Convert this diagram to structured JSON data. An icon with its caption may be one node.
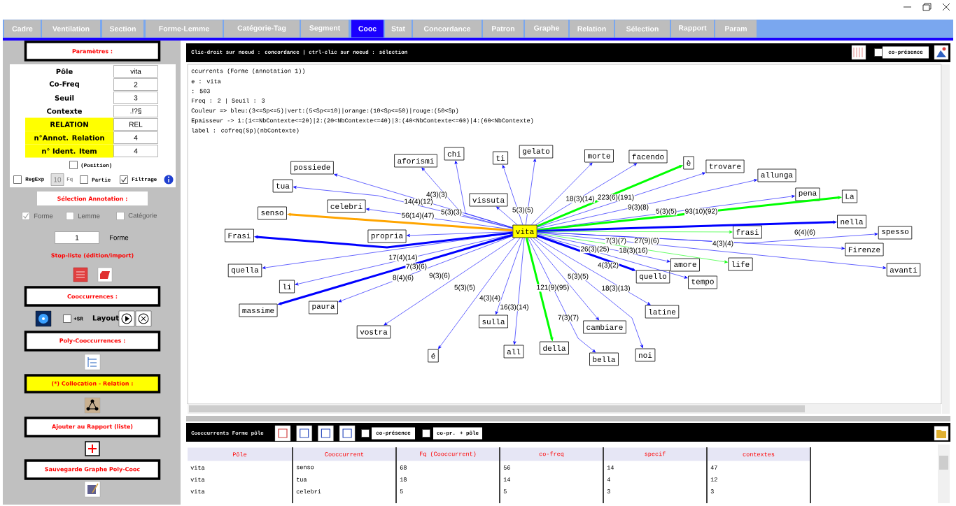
{
  "diagram": {
    "nodes": [
      {
        "text": [
          "vita"
        ]
      },
      {
        "text": [
          "gelato"
        ]
      },
      {
        "text": [
          "chi"
        ]
      },
      {
        "text": [
          "morte"
        ]
      },
      {
        "text": [
          "facendo"
        ]
      },
      {
        "text": [
          "ti"
        ]
      },
      {
        "text": [
          "aforismi"
        ]
      },
      {
        "text": [
          "è"
        ]
      },
      {
        "text": [
          "trovare"
        ]
      },
      {
        "text": [
          "possiede"
        ]
      },
      {
        "text": [
          "allunga"
        ]
      },
      {
        "text": [
          "tua"
        ]
      },
      {
        "text": [
          "pena"
        ]
      },
      {
        "text": [
          "La"
        ]
      },
      {
        "text": [
          "vissuta"
        ]
      },
      {
        "text": [
          "celebri"
        ]
      },
      {
        "text": [
          "senso"
        ]
      },
      {
        "text": [
          "nella"
        ]
      },
      {
        "text": [
          "frasi"
        ]
      },
      {
        "text": [
          "spesso"
        ]
      },
      {
        "text": [
          "Frasi"
        ]
      },
      {
        "text": [
          "propria"
        ]
      },
      {
        "text": [
          "Firenze"
        ]
      },
      {
        "text": [
          "life"
        ]
      },
      {
        "text": [
          "amore"
        ]
      },
      {
        "text": [
          "avanti"
        ]
      },
      {
        "text": [
          "quella"
        ]
      },
      {
        "text": [
          "quello"
        ]
      },
      {
        "text": [
          "tempo"
        ]
      },
      {
        "text": [
          "li"
        ]
      },
      {
        "text": [
          "paura"
        ]
      },
      {
        "text": [
          "massime"
        ]
      },
      {
        "text": [
          "latine"
        ]
      },
      {
        "text": [
          "sulla"
        ]
      },
      {
        "text": [
          "cambiare"
        ]
      },
      {
        "text": [
          "vostra"
        ]
      },
      {
        "text": [
          "della"
        ]
      },
      {
        "text": [
          "all"
        ]
      },
      {
        "text": [
          "noi"
        ]
      },
      {
        "text": [
          "é"
        ]
      },
      {
        "text": [
          "bella"
        ]
      }
    ],
    "edges": [
      {
        "from": 0,
        "to": 1,
        "arrow": "to"
      },
      {
        "from": 0,
        "to": 2,
        "arrow": "to"
      },
      {
        "from": 0,
        "to": 3,
        "arrow": "to"
      },
      {
        "from": 0,
        "to": 4,
        "arrow": "to",
        "label": "18(3)(14)"
      },
      {
        "from": 0,
        "to": 5,
        "arrow": "to",
        "label": "5(3)(5)"
      },
      {
        "from": 0,
        "to": 6,
        "arrow": "to"
      },
      {
        "from": 0,
        "to": 7,
        "arrow": "to",
        "label": "223(6)(191)",
        "style": "thick",
        "color": "#00ff00"
      },
      {
        "from": 0,
        "to": 8,
        "arrow": "to",
        "label": "9(3)(8)"
      },
      {
        "from": 0,
        "to": 9,
        "arrow": "to",
        "label": "4(3)(3)"
      },
      {
        "from": 0,
        "to": 10,
        "arrow": "to",
        "label": "5(3)(5)"
      },
      {
        "from": 0,
        "to": 11,
        "arrow": "to",
        "label": "14(4)(12)"
      },
      {
        "from": 0,
        "to": 12,
        "arrow": "to"
      },
      {
        "from": 0,
        "to": 13,
        "arrow": "to",
        "label": "93(10)(92)",
        "style": "thick",
        "color": "#00ff00"
      },
      {
        "from": 0,
        "to": 14,
        "arrow": "to"
      },
      {
        "from": 0,
        "to": 15,
        "arrow": "to",
        "label": "5(3)(3)"
      },
      {
        "from": 0,
        "to": 16,
        "arrow": "to",
        "label": "56(14)(47)",
        "style": "thick",
        "color": "#ffa500"
      },
      {
        "from": 0,
        "to": 17,
        "arrow": "to",
        "style": "thick"
      },
      {
        "from": 0,
        "to": 18,
        "arrow": "to",
        "color": "#00ff00"
      },
      {
        "from": 0,
        "to": 19,
        "arrow": "to",
        "label": "6(4)(6)"
      },
      {
        "from": 0,
        "to": 20,
        "arrow": "to",
        "style": "thick"
      },
      {
        "from": 0,
        "to": 21,
        "arrow": "to"
      },
      {
        "from": 0,
        "to": 22,
        "arrow": "to",
        "label": "27(9)(6)"
      },
      {
        "from": 0,
        "to": 23,
        "arrow": "to",
        "label": "18(3)(16)",
        "color": "#00ff00"
      },
      {
        "from": 0,
        "to": 24,
        "arrow": "to",
        "label": "7(3)(7)"
      },
      {
        "from": 0,
        "to": 25,
        "arrow": "to",
        "label": "4(3)(4)"
      },
      {
        "from": 0,
        "to": 26,
        "arrow": "to",
        "label": "17(4)(14)"
      },
      {
        "from": 0,
        "to": 27,
        "arrow": "to",
        "label": "4(3)(2)",
        "style": "thick"
      },
      {
        "from": 0,
        "to": 28,
        "arrow": "to",
        "label": "26(3)(25)"
      },
      {
        "from": 0,
        "to": 29,
        "arrow": "to",
        "label": "7(3)(6)"
      },
      {
        "from": 0,
        "to": 30,
        "arrow": "to",
        "label": "9(3)(6)"
      },
      {
        "from": 0,
        "to": 31,
        "arrow": "to",
        "label": "8(4)(6)",
        "style": "thick"
      },
      {
        "from": 0,
        "to": 32,
        "arrow": "to",
        "label": "18(3)(13)"
      },
      {
        "from": 0,
        "to": 33,
        "arrow": "to",
        "label": "4(3)(4)"
      },
      {
        "from": 0,
        "to": 34,
        "arrow": "to",
        "label": "5(3)(5)"
      },
      {
        "from": 0,
        "to": 35,
        "arrow": "to",
        "label": "5(3)(5)"
      },
      {
        "from": 0,
        "to": 36,
        "arrow": "to",
        "label": "121(9)(95)",
        "style": "thick",
        "color": "#00ff00"
      },
      {
        "from": 0,
        "to": 37,
        "arrow": "to",
        "label": "16(3)(14)"
      },
      {
        "from": 0,
        "to": 38,
        "arrow": "to"
      },
      {
        "from": 0,
        "to": 39,
        "arrow": "to"
      },
      {
        "from": 0,
        "to": 40,
        "arrow": "to",
        "label": "7(3)(7)"
      }
    ],
    "labels": [
      "Cadre",
      "Ventilation",
      "Section",
      "Forme-Lemme",
      "Catégorie-Tag",
      "Segment",
      "Cooc",
      "Stat",
      "Concordance",
      "Patron",
      "Graphe",
      "Relation",
      "Sélection",
      "Rapport",
      "Param",
      "Paramètres :",
      "Pôle",
      "vita",
      "Co-Freq",
      "2",
      "Seuil",
      "3",
      "Contexte",
      ".!?§",
      "RELATION",
      "REL",
      "n°Annot. Relation",
      "4",
      "n° Ident. Item",
      "4",
      "(Position)",
      "RegExp",
      "10",
      "Fq",
      "Partie",
      "Filtrage",
      "Sélection Annotation :",
      "Forme",
      "Lemme",
      "Catégorie",
      "1",
      "Forme",
      "Stop-liste (édition/import)",
      "Cooccurrences :",
      "+SR",
      "Layout",
      "Poly-Cooccurrences :",
      "(*) Collocation - Relation :",
      "Ajouter au Rapport (liste)",
      "Sauvegarde Graphe Poly-Cooc",
      "Clic-droit sur noeud : concordance | ctrl-clic sur noeud : sélection",
      "co-présence",
      "ccurrents (Forme (annotation 1))",
      "e : vita",
      ": 503",
      "Freq : 2 | Seuil : 3",
      "Couleur => bleu:(3<=Sp<=5)|vert:(5<Sp<=10)|orange:(10<Sp<=50)|rouge:(50<Sp)",
      "Epaisseur -> 1:(1<=NbContexte<=20)|2:(20<NbContexte<=40)|3:(40<NbContexte<=60)|4:(60<NbContexte)",
      "label : cofreq(Sp)(nbContexte)",
      "Cooccurrents Forme pôle",
      "co-présence",
      "co-pr. + pôle",
      "Pôle",
      "Cooccurrent",
      "Fq (Cooccurrent)",
      "co-freq",
      "specif",
      "contextes",
      "vita",
      "senso",
      "68",
      "56",
      "14",
      "47",
      "vita",
      "tua",
      "18",
      "14",
      "4",
      "12",
      "vita",
      "celebri",
      "5",
      "5",
      "3",
      "3"
    ]
  }
}
